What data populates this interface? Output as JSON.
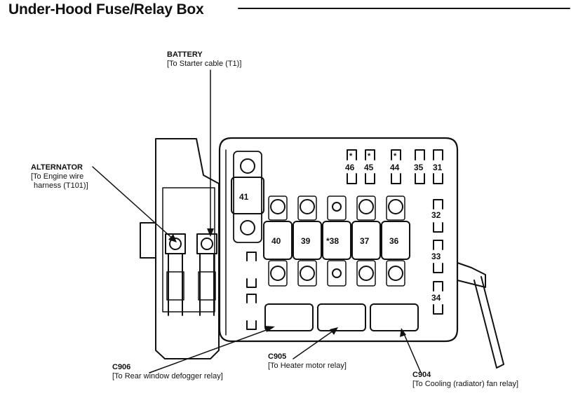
{
  "title": "Under-Hood Fuse/Relay Box",
  "labels": {
    "battery": {
      "name": "BATTERY",
      "detail": "[To Starter cable (T1)]"
    },
    "alternator": {
      "name": "ALTERNATOR",
      "detail1": "[To Engine wire",
      "detail2": "harness (T101)]"
    },
    "c906": {
      "name": "C906",
      "detail": "[To Rear window defogger relay]"
    },
    "c905": {
      "name": "C905",
      "detail": "[To Heater motor relay]"
    },
    "c904": {
      "name": "C904",
      "detail": "[To Cooling (radiator) fan relay]"
    }
  },
  "fuses": {
    "f41": "41",
    "f40": "40",
    "f39": "39",
    "f38": "*38",
    "f37": "37",
    "f36": "36",
    "f46": "46",
    "f45": "45",
    "f44": "44",
    "f35": "35",
    "f31": "31",
    "f32": "32",
    "f33": "33",
    "f34": "34",
    "star": "*"
  },
  "colors": {
    "line": "#111111",
    "background": "#ffffff"
  }
}
